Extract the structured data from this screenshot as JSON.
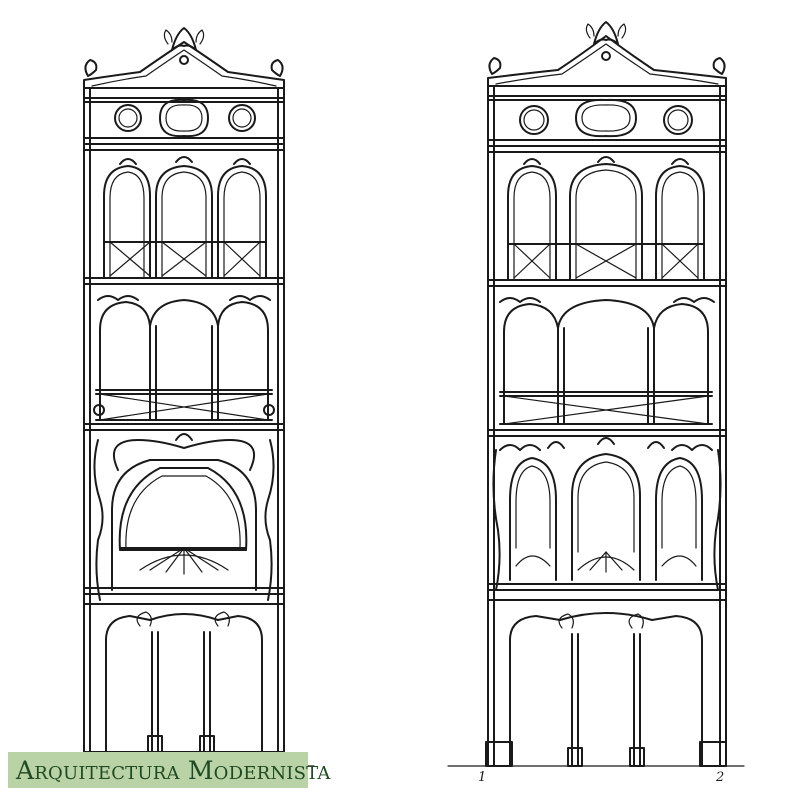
{
  "watermark": {
    "text": "Arquitectura Modernista",
    "color": "#1f4a22",
    "background": "#b9d2a6"
  },
  "labels": {
    "left_mark": "1",
    "right_mark": "2"
  },
  "drawing": {
    "ink_color": "#1a1a1a",
    "elevations": [
      {
        "name": "left-elevation",
        "bay_style": "single-oval-gallery"
      },
      {
        "name": "right-elevation",
        "bay_style": "triple-oval-gallery"
      }
    ]
  }
}
